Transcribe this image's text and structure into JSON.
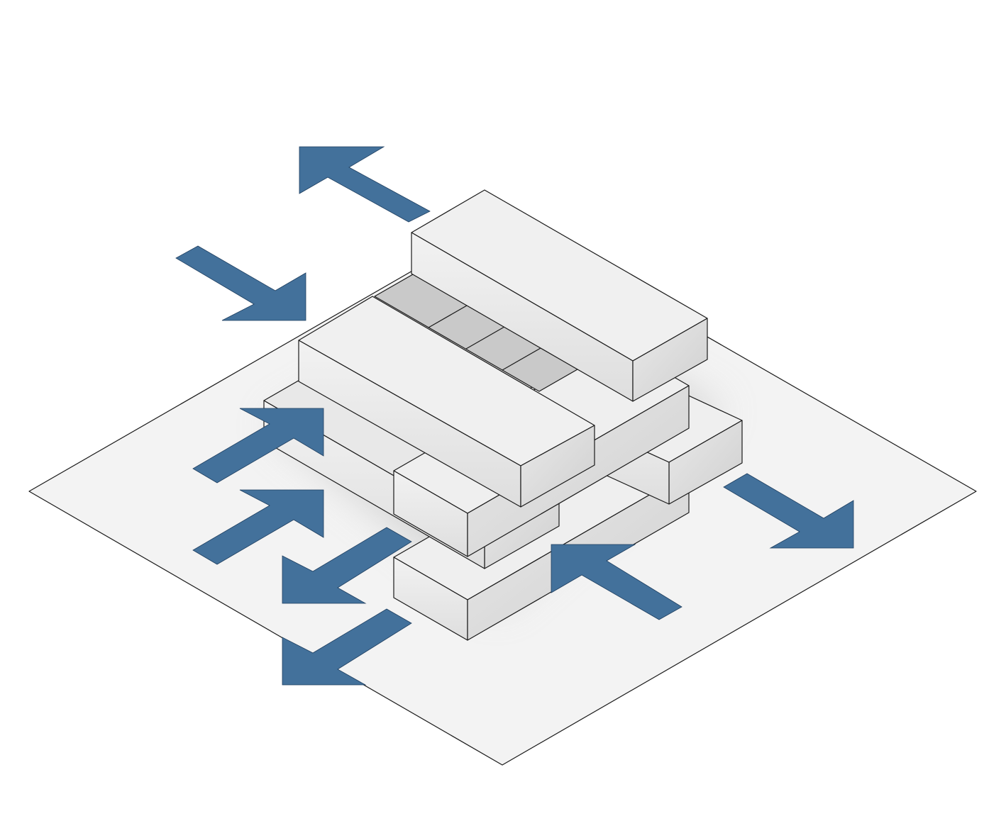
{
  "colors": {
    "background": "#ffffff",
    "ground": "#f3f3f3",
    "block_top": "#efefef",
    "block_left": "#e6e6e6",
    "block_right": "#dcdcdc",
    "void_floor": "#cfcfcf",
    "arrow": "#43719b",
    "outline": "#1a1a1a"
  },
  "arrows": [
    {
      "name": "arrow-top-outward",
      "direction": "up-left"
    },
    {
      "name": "arrow-left-inward",
      "direction": "down-right"
    },
    {
      "name": "arrow-front-inward-1",
      "direction": "up-right"
    },
    {
      "name": "arrow-front-inward-2",
      "direction": "up-right"
    },
    {
      "name": "arrow-front-outward-1",
      "direction": "down-left"
    },
    {
      "name": "arrow-front-outward-2",
      "direction": "down-left"
    },
    {
      "name": "arrow-bottom-inward",
      "direction": "up-left"
    },
    {
      "name": "arrow-right-outward",
      "direction": "down-right"
    }
  ]
}
